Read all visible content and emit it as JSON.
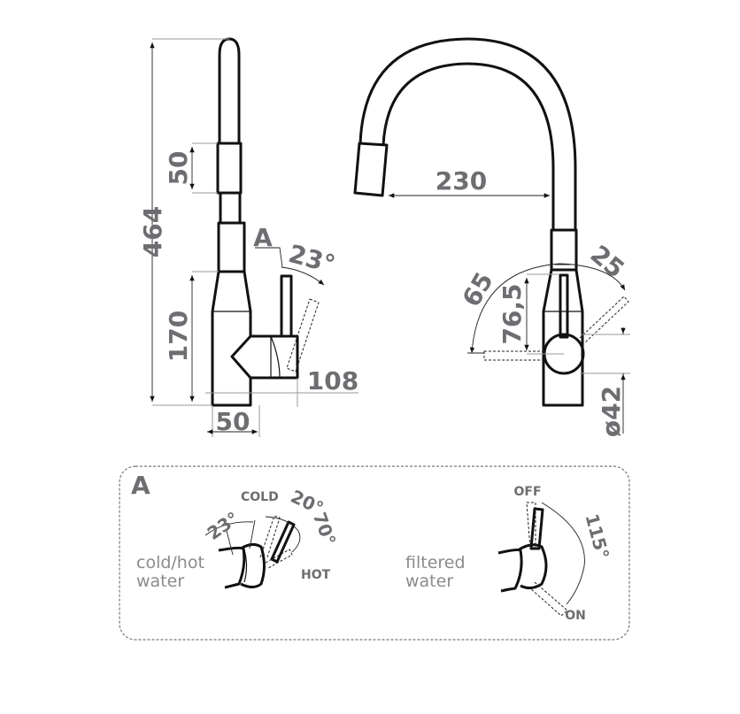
{
  "side_view": {
    "total_height": "464",
    "sleeve_length": "50",
    "body_height": "170",
    "handle_reach": "108",
    "base_width": "50",
    "detail_marker": "A",
    "lever_angle": "23°"
  },
  "front_view": {
    "spout_reach": "230",
    "lever_height": "76,5",
    "swing_left": "65",
    "swing_right": "25",
    "diameter": "ø42"
  },
  "detail_A": {
    "title": "A",
    "left": {
      "label_line1": "cold/hot",
      "label_line2": "water",
      "cold": "COLD",
      "hot": "HOT",
      "angle_1": "23°",
      "angle_2": "20°",
      "angle_3": "70°"
    },
    "right": {
      "label_line1": "filtered",
      "label_line2": "water",
      "off": "OFF",
      "on": "ON",
      "angle": "115°"
    }
  },
  "colors": {
    "line": "#111111",
    "dimension_text": "#6d6e71",
    "dimension_line": "#999999"
  }
}
